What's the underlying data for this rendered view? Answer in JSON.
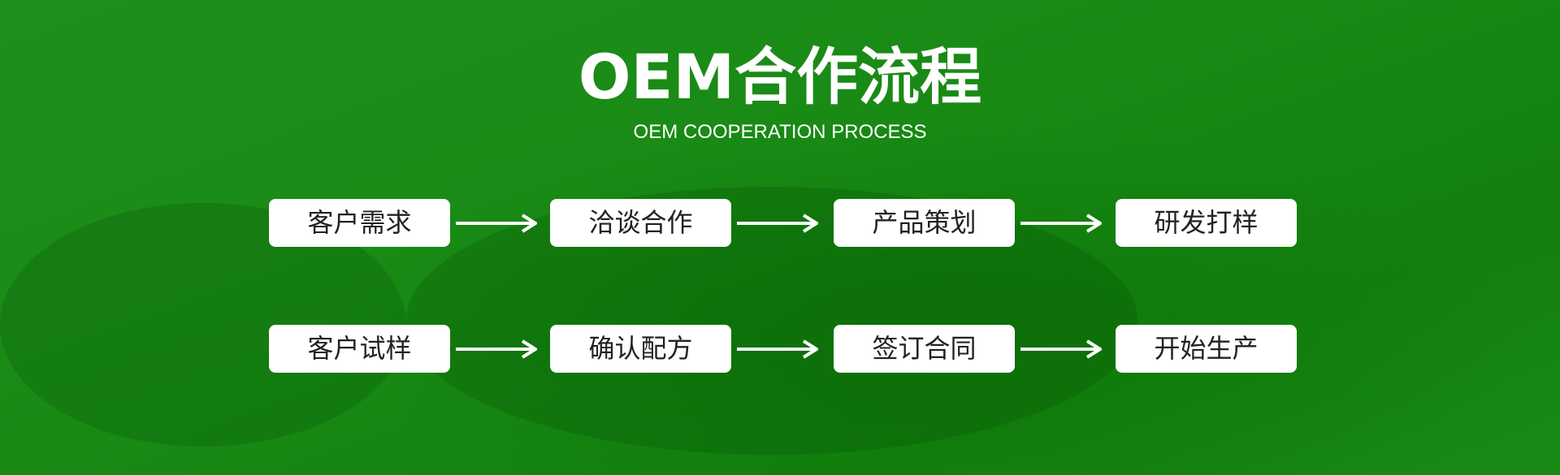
{
  "title": "OEM合作流程",
  "subtitle": "OEM COOPERATION PROCESS",
  "row1": [
    "客户需求",
    "洽谈合作",
    "产品策划",
    "研发打样"
  ],
  "row2": [
    "客户试样",
    "确认配方",
    "签订合同",
    "开始生产"
  ],
  "colors": {
    "background": "#188a14",
    "box": "#ffffff",
    "text": "#222222"
  }
}
